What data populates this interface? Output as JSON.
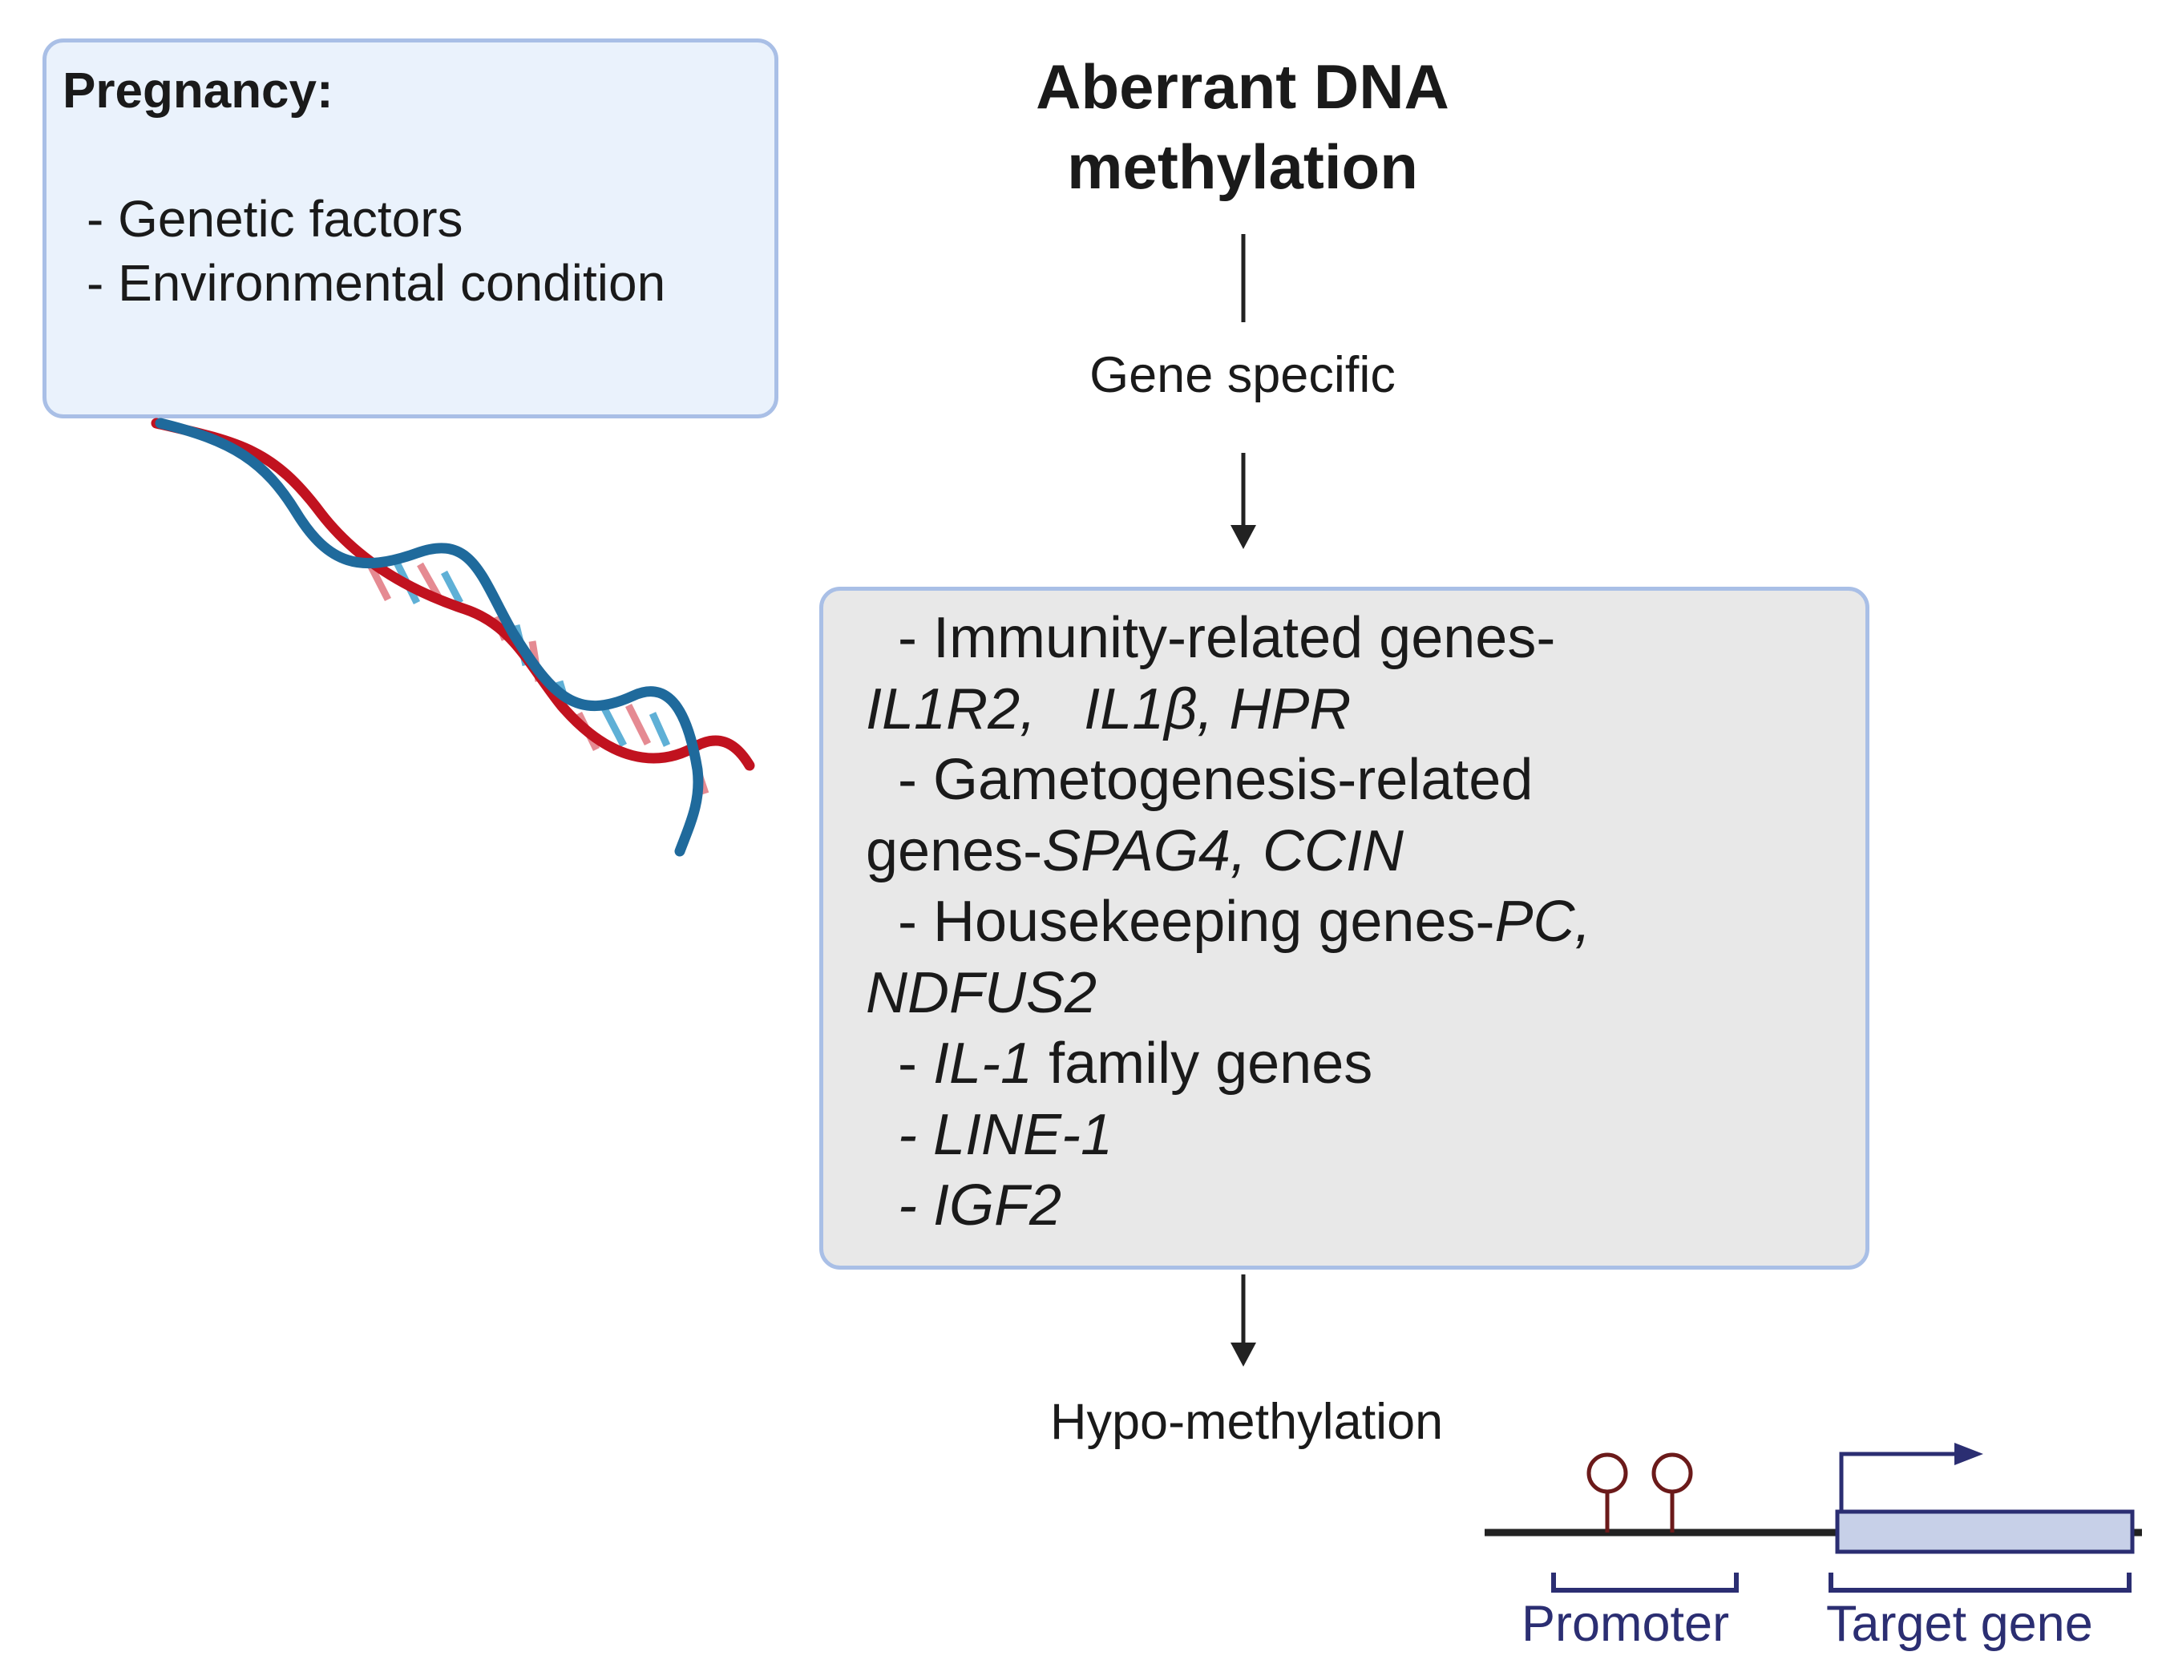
{
  "pregnancy_box": {
    "title": "Pregnancy:",
    "factors": [
      "- Genetic factors",
      "- Environmental condition"
    ]
  },
  "title": {
    "line1": "Aberrant DNA",
    "line2": "methylation"
  },
  "gene_specific_label": "Gene specific",
  "gene_box": {
    "immunity_label": "- Immunity-related genes-",
    "immunity_genes": [
      "IL1R2,",
      "IL1β,",
      "HPR"
    ],
    "gametogenesis_label": "- Gametogenesis-related",
    "gametogenesis_prefix": "genes-",
    "gametogenesis_genes": "SPAG4, CCIN",
    "housekeeping_label": "- Housekeeping genes-",
    "housekeeping_gene1": "PC,",
    "housekeeping_gene2": "NDFUS2",
    "il1_dash": "- ",
    "il1_gene": "IL-1",
    "il1_suffix": " family genes",
    "line1_item": "- LINE-1",
    "igf2_item": "- IGF2"
  },
  "result_label": "Hypo-methylation",
  "gene_diagram": {
    "promoter_label": "Promoter",
    "target_label": "Target gene"
  },
  "colors": {
    "dna_red": "#c1121f",
    "dna_blue": "#1f6a9c",
    "navy": "#2b2e72"
  }
}
